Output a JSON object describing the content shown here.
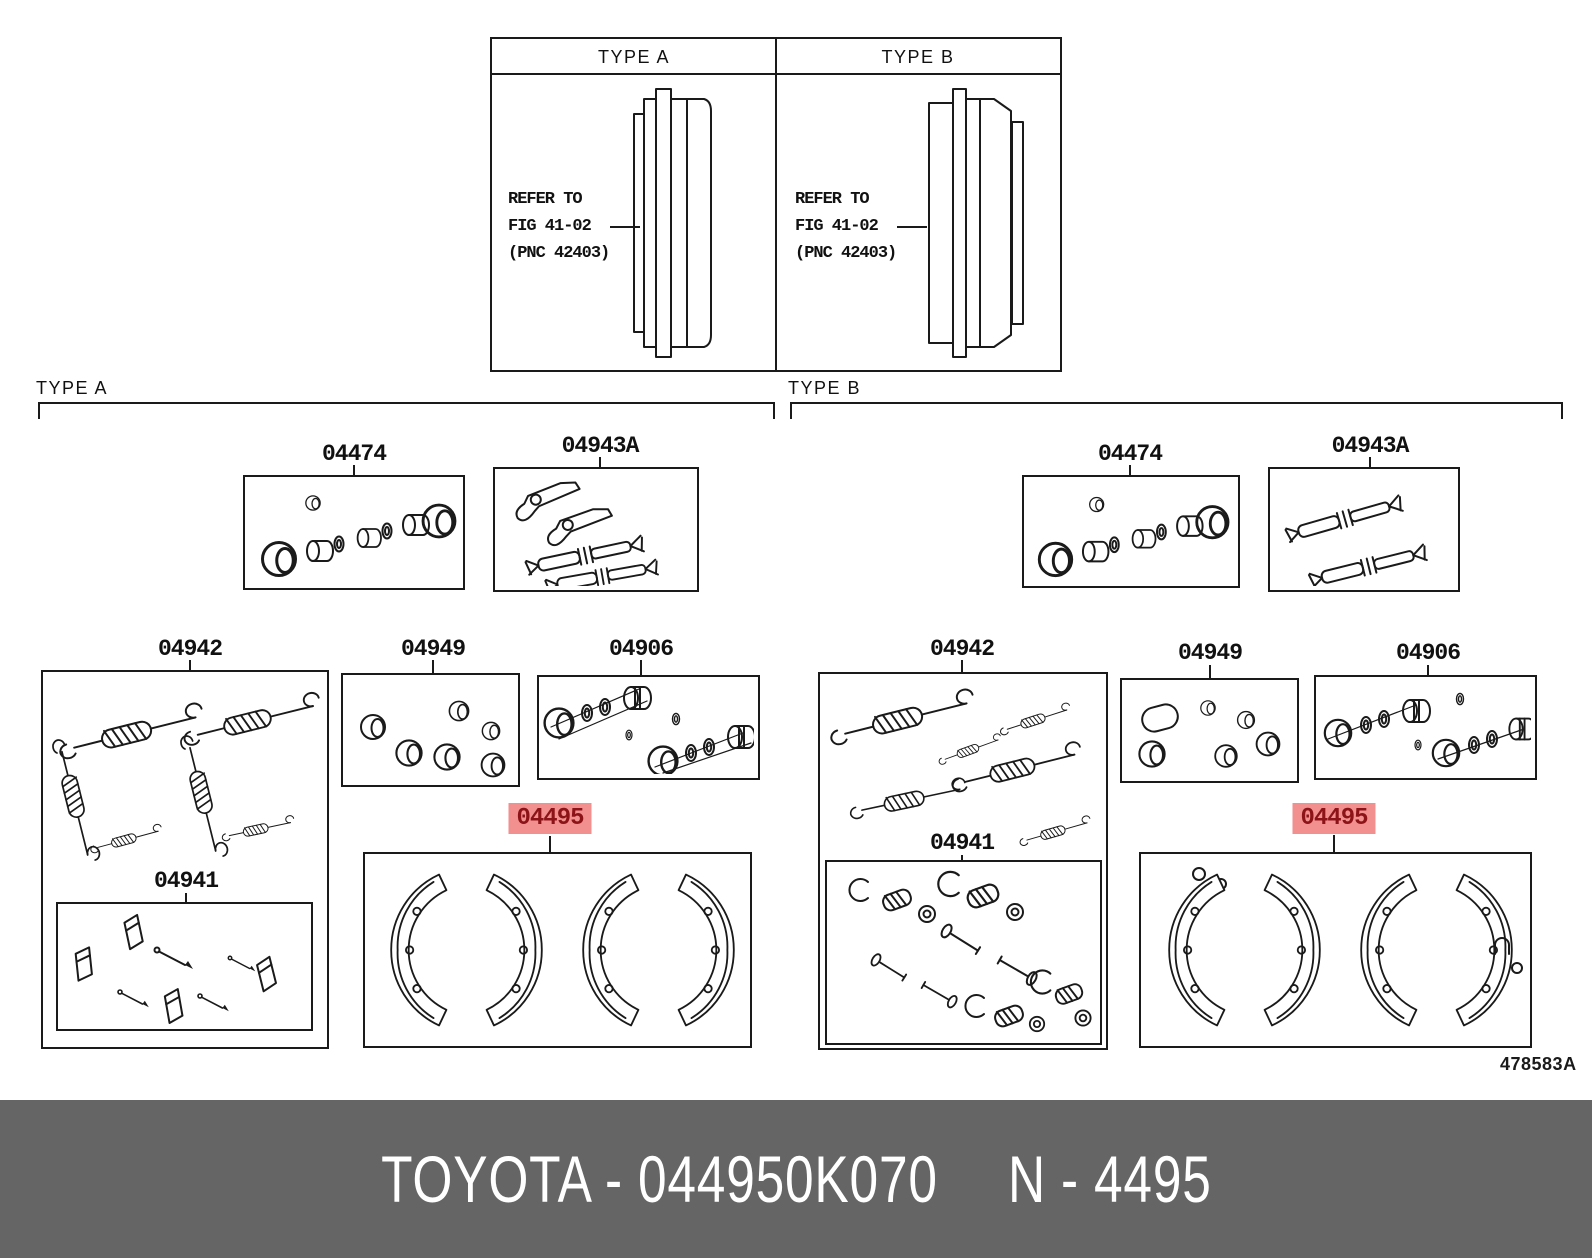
{
  "header_table": {
    "type_a": {
      "title": "TYPE A",
      "refer": {
        "l1": "REFER TO",
        "l2": "FIG 41-02",
        "l3": "(PNC 42403)"
      }
    },
    "type_b": {
      "title": "TYPE B",
      "refer": {
        "l1": "REFER TO",
        "l2": "FIG 41-02",
        "l3": "(PNC 42403)"
      }
    }
  },
  "sections": {
    "type_a": {
      "label": "TYPE A",
      "groups": {
        "p04474": "04474",
        "p04943a": "04943A",
        "p04942": "04942",
        "p04949": "04949",
        "p04906": "04906",
        "p04941": "04941",
        "p04495": "04495"
      }
    },
    "type_b": {
      "label": "TYPE B",
      "groups": {
        "p04474": "04474",
        "p04943a": "04943A",
        "p04942": "04942",
        "p04949": "04949",
        "p04906": "04906",
        "p04941": "04941",
        "p04495": "04495"
      }
    }
  },
  "highlight": {
    "part_no": "04495",
    "bg": "#f29090",
    "fg": "#8c1418"
  },
  "doc_code": "478583A",
  "footer": {
    "catalog_text": "TOYOTA - 044950K070",
    "short_code": "N - 4495",
    "bg": "#656565",
    "fg": "#ffffff"
  },
  "line_color": "#1a1a1a"
}
